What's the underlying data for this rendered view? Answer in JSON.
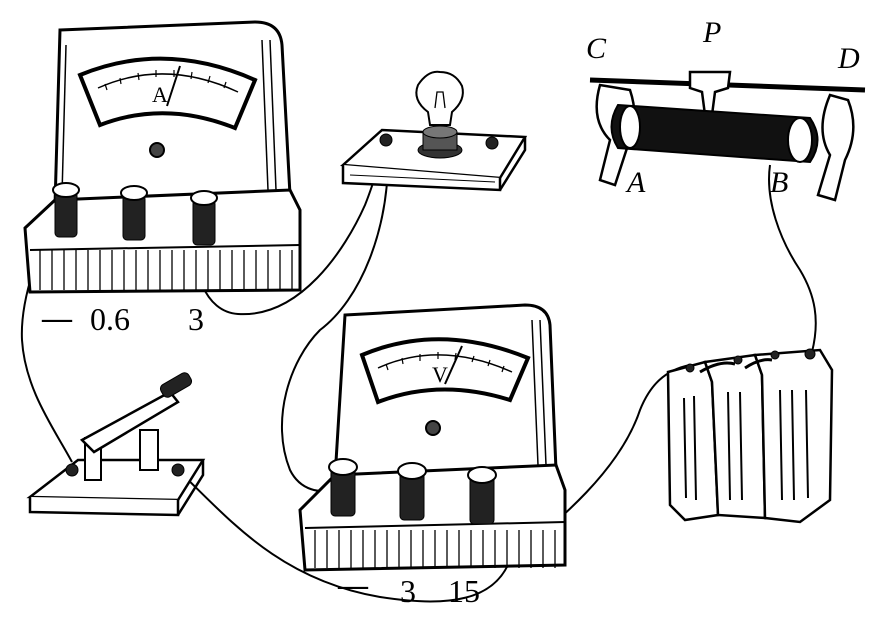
{
  "ammeter": {
    "symbol": "A",
    "terminals": {
      "neg": "—",
      "mid": "0.6",
      "high": "3"
    }
  },
  "voltmeter": {
    "symbol": "V",
    "terminals": {
      "neg": "—",
      "mid": "3",
      "high": "15"
    }
  },
  "rheostat": {
    "labels": {
      "c": "C",
      "p": "P",
      "d": "D",
      "a": "A",
      "b": "B"
    }
  }
}
